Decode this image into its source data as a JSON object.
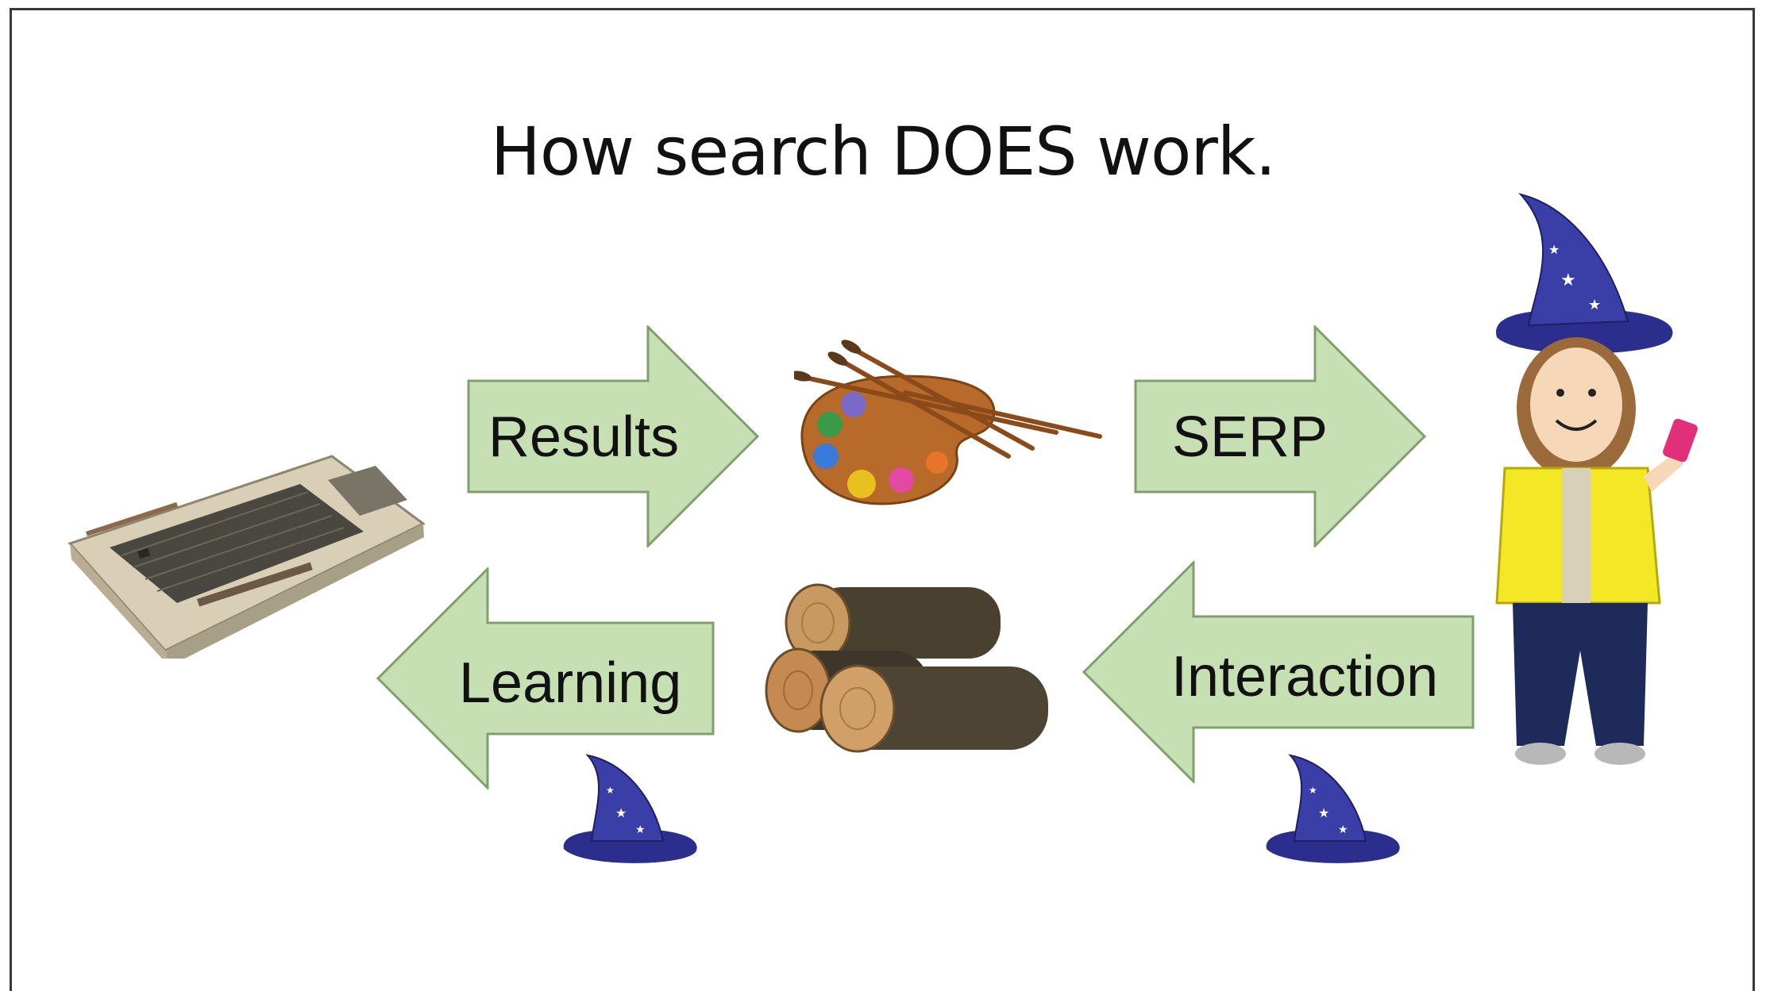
{
  "slide": {
    "title": "How search DOES work."
  },
  "arrows": {
    "results": {
      "label": "Results",
      "direction": "right"
    },
    "serp": {
      "label": "SERP",
      "direction": "right"
    },
    "learning": {
      "label": "Learning",
      "direction": "left"
    },
    "interaction": {
      "label": "Interaction",
      "direction": "left"
    }
  },
  "images": {
    "computer": "retro-keyboard-computer",
    "palette": "paint-palette-with-brushes",
    "logs": "stacked-wood-logs",
    "person": "girl-with-wizard-hat-and-phone",
    "hat_left": "wizard-hat",
    "hat_right": "wizard-hat"
  },
  "colors": {
    "arrow_fill": "#c6e0b4",
    "arrow_stroke": "#7f9f6e",
    "hat_blue": "#2b2e8c"
  }
}
